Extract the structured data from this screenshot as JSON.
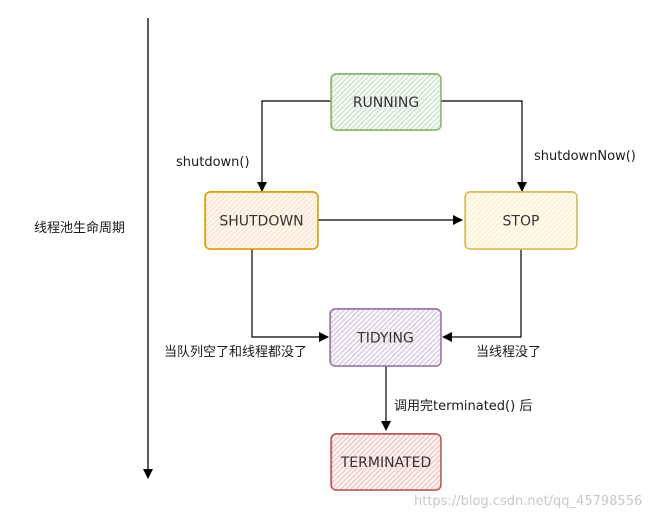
{
  "axis_label": "线程池生命周期",
  "states": {
    "running": {
      "label": "RUNNING",
      "stroke": "#82b366",
      "fill": "#d5e8d4"
    },
    "shutdown": {
      "label": "SHUTDOWN",
      "stroke": "#d79b00",
      "fill": "#ffe6cc"
    },
    "stop": {
      "label": "STOP",
      "stroke": "#d6b656",
      "fill": "#fff2cc"
    },
    "tidying": {
      "label": "TIDYING",
      "stroke": "#9673a6",
      "fill": "#e1d5e7"
    },
    "terminated": {
      "label": "TERMINATED",
      "stroke": "#b85450",
      "fill": "#f8cecc"
    }
  },
  "transitions": {
    "running_to_shutdown": "shutdown()",
    "running_to_stop": "shutdownNow()",
    "shutdown_to_tidying": "当队列空了和线程都没了",
    "stop_to_tidying": "当线程没了",
    "tidying_to_terminated": "调用完terminated() 后"
  },
  "watermark": "https://blog.csdn.net/qq_45798556"
}
